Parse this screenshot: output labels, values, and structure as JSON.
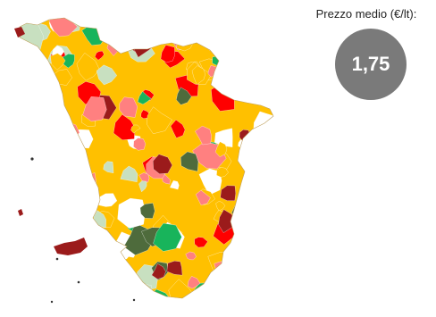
{
  "legend": {
    "title": "Prezzo medio (€/lt):",
    "value": "1,75",
    "circle_color": "#7a7a7a"
  },
  "map": {
    "region": "Toscana",
    "palette": [
      "#ffc000",
      "#ff8080",
      "#ff0000",
      "#9b1b1b",
      "#18b45b",
      "#4e6b3c",
      "#c8e0c0",
      "#ffffff"
    ]
  }
}
